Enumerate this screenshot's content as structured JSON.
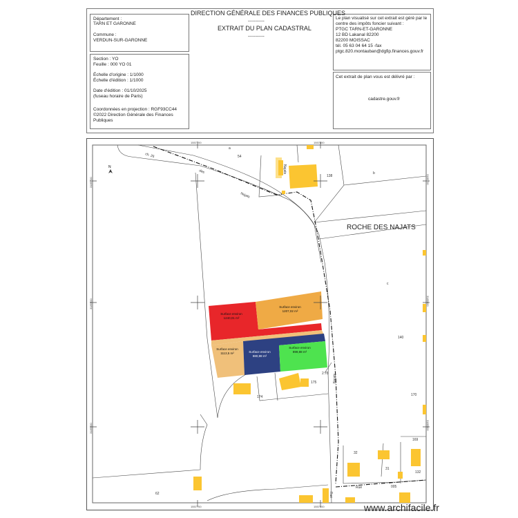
{
  "header": {
    "title": "DIRECTION GÉNÉRALE DES FINANCES PUBLIQUES",
    "sep1": "-----------",
    "subtitle": "EXTRAIT DU PLAN CADASTRAL",
    "sep2": "-----------",
    "departement_label": "Département :",
    "departement": "TARN ET GARONNE",
    "commune_label": "Commune :",
    "commune": "VERDUN-SUR-GARONNE",
    "section": "Section : YO",
    "feuille": "Feuille : 000 YO 01",
    "echelle_origine": "Échelle d'origine : 1/1000",
    "echelle_edition": "Échelle d'édition : 1/1000",
    "date": "Date d'édition : 01/10/2025",
    "fuseau": "(fuseau horaire de Paris)",
    "coords": "Coordonnées en projection : RGF93CC44",
    "copyright1": "©2022 Direction Générale des Finances",
    "copyright2": "Publiques",
    "centre_1": "Le plan visualisé sur cet extrait est géré par le",
    "centre_2": "centre des impôts foncier suivant :",
    "centre_3": "PTGC TARN-ET-GARONNE",
    "centre_4": "12 BD Lakanal  82200",
    "centre_5": "82200 MOISSAC",
    "centre_6": "tél. 05 63 04 64 15 -fax",
    "centre_7": "ptgc.820.montauban@dgfip.finances.gouv.fr",
    "delivre": "Cet extrait de plan vous est délivré par :",
    "site": "cadastre.gouv.fr"
  },
  "map": {
    "place_name": "ROCHE DES NAJATS",
    "north": "N",
    "coord_x1": "1557700",
    "coord_x2": "1557800",
    "coord_y1": "3185700",
    "coord_y2": "3185600",
    "coord_y3": "3185500",
    "parcels": [
      "54",
      "138",
      "b",
      "c",
      "140",
      "170",
      "169",
      "32",
      "31",
      "132",
      "62",
      "174",
      "175",
      "2.78",
      "a"
    ],
    "roads": [
      "ch. 26",
      "des",
      "Najats",
      "Rue",
      "Rue",
      "005"
    ],
    "zones": [
      {
        "label": "Surface environ",
        "area": "1240,01 m²",
        "color": "#e8262a"
      },
      {
        "label": "Surface environ",
        "area": "1207,02 m²",
        "color": "#efaa45"
      },
      {
        "label": "Surface environ",
        "area": "1113,5 m²",
        "color": "#f0c07a"
      },
      {
        "label": "Surface environ",
        "area": "880,98 m²",
        "color": "#2d4182"
      },
      {
        "label": "Surface environ",
        "area": "899,88 m²",
        "color": "#4ee34f"
      }
    ],
    "building_color": "#fbc531"
  },
  "watermark": "www.archifacile.fr"
}
